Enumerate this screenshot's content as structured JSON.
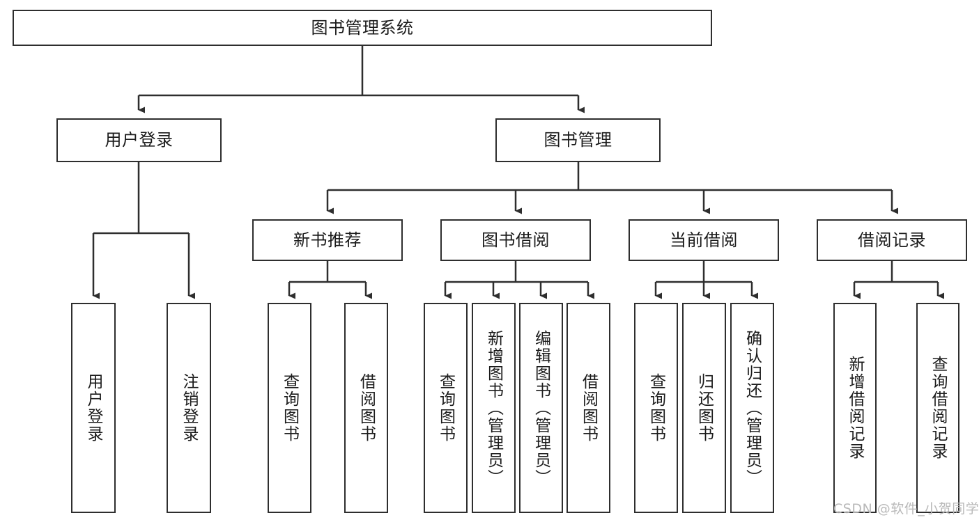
{
  "diagram": {
    "type": "tree-hierarchy-chart",
    "title": "图书管理系统",
    "watermark": "CSDN @软件_小贺同学",
    "colors": {
      "stroke": "#2e2e2e",
      "background": "#ffffff",
      "text": "#1b1b1b",
      "watermark": "#b9b9b9"
    },
    "levels": {
      "root": {
        "label": "图书管理系统"
      },
      "level2": [
        {
          "label": "用户登录"
        },
        {
          "label": "图书管理"
        }
      ],
      "level3": [
        {
          "label": "新书推荐"
        },
        {
          "label": "图书借阅"
        },
        {
          "label": "当前借阅"
        },
        {
          "label": "借阅记录"
        }
      ],
      "leaves": {
        "user_login": [
          {
            "label": "用户登录"
          },
          {
            "label": "注销登录"
          }
        ],
        "new_book_recommend": [
          {
            "label": "查询图书"
          },
          {
            "label": "借阅图书"
          }
        ],
        "book_borrow": [
          {
            "label": "查询图书"
          },
          {
            "label": "新增图书（管理员）"
          },
          {
            "label": "编辑图书（管理员）"
          },
          {
            "label": "借阅图书"
          }
        ],
        "current_borrow": [
          {
            "label": "查询图书"
          },
          {
            "label": "归还图书"
          },
          {
            "label": "确认归还（管理员）"
          }
        ],
        "borrow_record": [
          {
            "label": "新增借阅记录"
          },
          {
            "label": "查询借阅记录"
          }
        ]
      }
    }
  }
}
